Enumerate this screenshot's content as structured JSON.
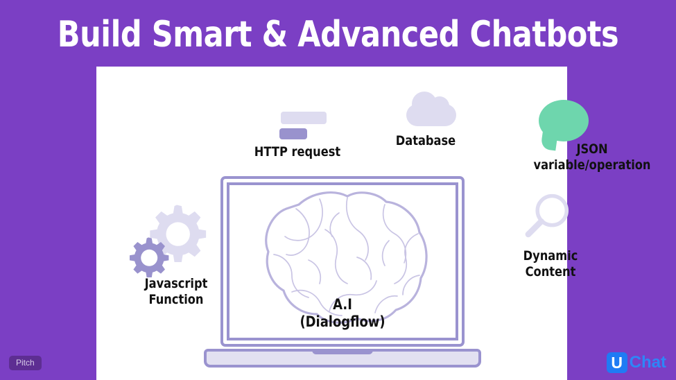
{
  "slide": {
    "title": "Build Smart & Advanced Chatbots",
    "background_color": "#7b3fc4",
    "card_color": "#ffffff"
  },
  "colors": {
    "purple_background": "#7b3fc4",
    "lavender_light": "#dedcf0",
    "purple_medium": "#9992cd",
    "laptop_outline": "#9a93cf",
    "mint_green": "#6ed6ad",
    "logo_blue": "#1f7bf4",
    "badge_purple": "#5d2e92"
  },
  "nodes": {
    "http_request": {
      "label": "HTTP request",
      "icon": "http-bars-icon"
    },
    "database": {
      "label": "Database",
      "icon": "cloud-icon"
    },
    "json": {
      "label_line1": "JSON",
      "label_line2": "variable/operation",
      "icon": "speech-bubble-icon"
    },
    "javascript": {
      "label_line1": "Javascript",
      "label_line2": "Function",
      "icon": "gears-icon"
    },
    "dynamic_content": {
      "label_line1": "Dynamic",
      "label_line2": "Content",
      "icon": "magnifier-icon"
    },
    "ai": {
      "label_line1": "A.I",
      "label_line2": "(Dialogflow)",
      "icon": "brain-icon",
      "device": "laptop-icon"
    }
  },
  "branding": {
    "pitch_badge": "Pitch",
    "logo_mark": "U",
    "logo_wordmark": "Chat"
  }
}
